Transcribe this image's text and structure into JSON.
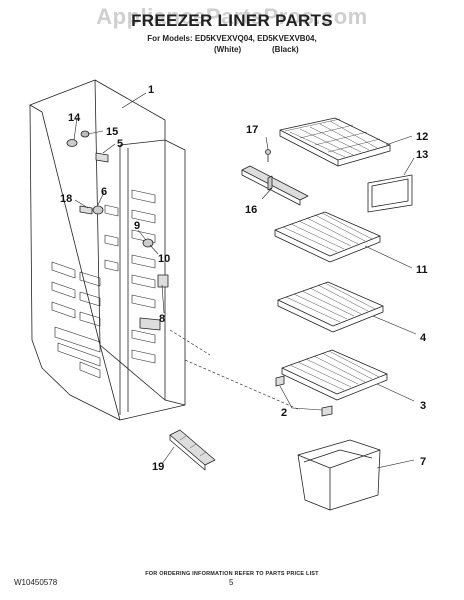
{
  "watermark": "AppliancePartsPros.com",
  "header": {
    "title": "FREEZER LINER PARTS",
    "models_line": "For Models: ED5KVEXVQ04, ED5KVEXVB04,",
    "color_white": "(White)",
    "color_black": "(Black)"
  },
  "callouts": {
    "c1": "1",
    "c2": "2",
    "c3": "3",
    "c4": "4",
    "c5": "5",
    "c6": "6",
    "c7": "7",
    "c8": "8",
    "c9": "9",
    "c10": "10",
    "c11": "11",
    "c12": "12",
    "c13": "13",
    "c14": "14",
    "c15": "15",
    "c16": "16",
    "c17": "17",
    "c18": "18",
    "c19": "19"
  },
  "footer": {
    "ordering_note": "FOR ORDERING INFORMATION REFER TO PARTS PRICE LIST",
    "doc_number": "W10450578",
    "page_number": "5"
  }
}
